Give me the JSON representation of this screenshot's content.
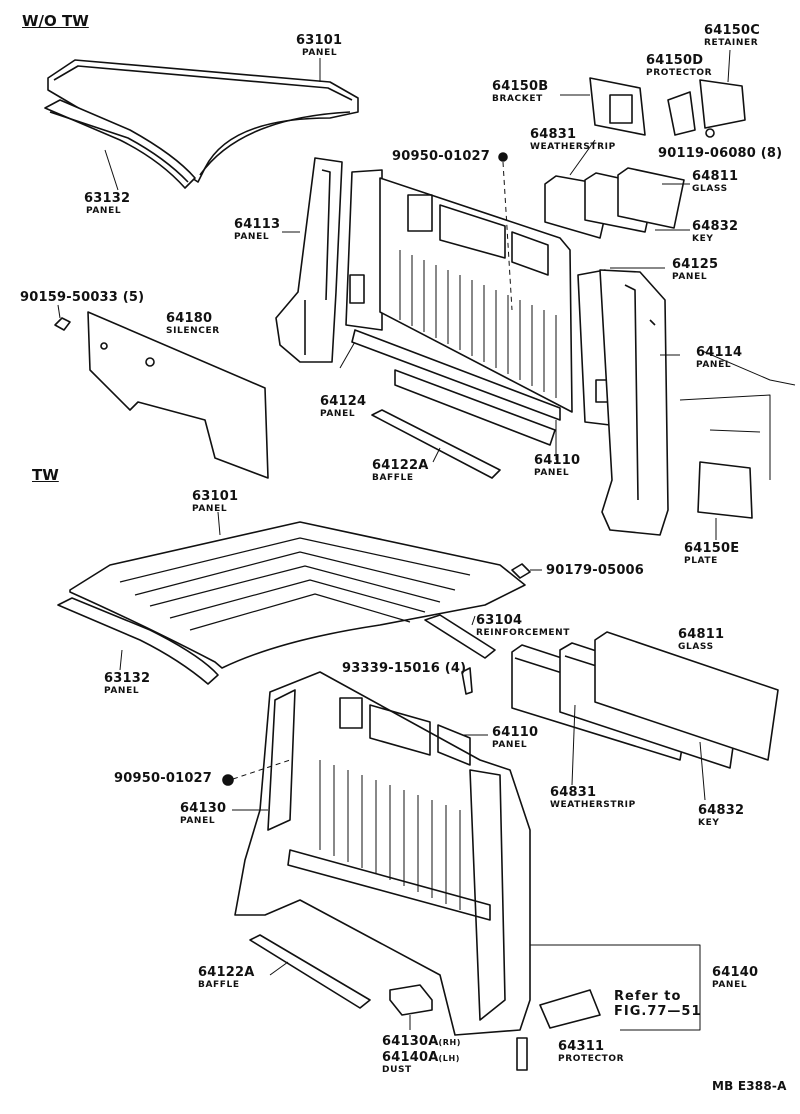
{
  "sections": {
    "wo_tw": "W/O TW",
    "tw": "TW"
  },
  "top_parts": {
    "p63101": {
      "num": "63101",
      "name": "PANEL"
    },
    "p63132": {
      "num": "63132",
      "name": "PANEL"
    },
    "p64150c": {
      "num": "64150C",
      "name": "RETAINER"
    },
    "p64150d": {
      "num": "64150D",
      "name": "PROTECTOR"
    },
    "p64150b": {
      "num": "64150B",
      "name": "BRACKET"
    },
    "p64831": {
      "num": "64831",
      "name": "WEATHERSTRIP"
    },
    "p90119": {
      "num": "90119-06080 (8)"
    },
    "p90950": {
      "num": "90950-01027"
    },
    "p64811": {
      "num": "64811",
      "name": "GLASS"
    },
    "p64832": {
      "num": "64832",
      "name": "KEY"
    },
    "p64113": {
      "num": "64113",
      "name": "PANEL"
    },
    "p64125": {
      "num": "64125",
      "name": "PANEL"
    },
    "p90159": {
      "num": "90159-50033 (5)"
    },
    "p64180": {
      "num": "64180",
      "name": "SILENCER"
    },
    "p64114": {
      "num": "64114",
      "name": "PANEL"
    },
    "p64124": {
      "num": "64124",
      "name": "PANEL"
    },
    "p64110": {
      "num": "64110",
      "name": "PANEL"
    },
    "p64122a": {
      "num": "64122A",
      "name": "BAFFLE"
    },
    "p64150e": {
      "num": "64150E",
      "name": "PLATE"
    }
  },
  "bottom_parts": {
    "p63101": {
      "num": "63101",
      "name": "PANEL"
    },
    "p90179": {
      "num": "90179-05006"
    },
    "p63104": {
      "num": "63104",
      "name": "REINFORCEMENT"
    },
    "p63132": {
      "num": "63132",
      "name": "PANEL"
    },
    "p93339": {
      "num": "93339-15016 (4)"
    },
    "p64811": {
      "num": "64811",
      "name": "GLASS"
    },
    "p64110": {
      "num": "64110",
      "name": "PANEL"
    },
    "p90950": {
      "num": "90950-01027"
    },
    "p64831": {
      "num": "64831",
      "name": "WEATHERSTRIP"
    },
    "p64130": {
      "num": "64130",
      "name": "PANEL"
    },
    "p64832": {
      "num": "64832",
      "name": "KEY"
    },
    "p64140": {
      "num": "64140",
      "name": "PANEL"
    },
    "p64122a": {
      "num": "64122A",
      "name": "BAFFLE"
    },
    "refer": {
      "line1": "Refer to",
      "line2": "FIG.77—51"
    },
    "p64130a": {
      "num": "64130A",
      "suffix": "(RH)"
    },
    "p64140a": {
      "num": "64140A",
      "suffix": "(LH)",
      "name": "DUST"
    },
    "p64311": {
      "num": "64311",
      "name": "PROTECTOR"
    }
  },
  "footer_code": "MB  E388-A"
}
